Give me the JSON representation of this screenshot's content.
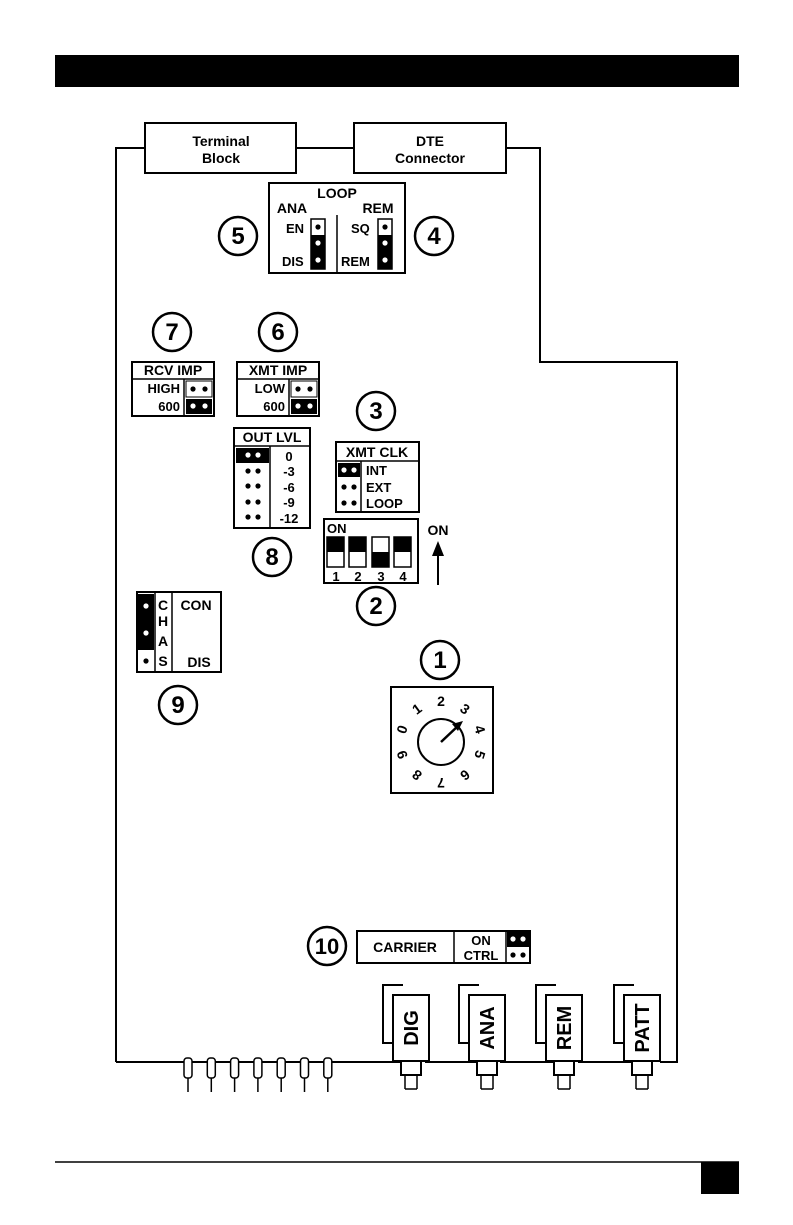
{
  "header": {
    "text": ""
  },
  "top_boxes": {
    "terminal_block": [
      "Terminal",
      "Block"
    ],
    "dte_connector": [
      "DTE",
      "Connector"
    ]
  },
  "callouts": [
    "1",
    "2",
    "3",
    "4",
    "5",
    "6",
    "7",
    "8",
    "9",
    "10"
  ],
  "loop": {
    "title": "LOOP",
    "ana": "ANA",
    "rem": "REM",
    "en": "EN",
    "dis": "DIS",
    "sq": "SQ",
    "rem_pos": "REM"
  },
  "rcv_imp": {
    "title": "RCV IMP",
    "high": "HIGH",
    "low": "600"
  },
  "xmt_imp": {
    "title": "XMT IMP",
    "low": "LOW",
    "v600": "600"
  },
  "out_lvl": {
    "title": "OUT LVL",
    "levels": [
      "0",
      "-3",
      "-6",
      "-9",
      "-12"
    ]
  },
  "xmt_clk": {
    "title": "XMT CLK",
    "options": [
      "INT",
      "EXT",
      "LOOP"
    ]
  },
  "dip_switch": {
    "on_label": "ON",
    "numbers": [
      "1",
      "2",
      "3",
      "4"
    ],
    "arrow_label": "ON",
    "states": [
      "off",
      "off",
      "on",
      "off"
    ]
  },
  "chas": {
    "letters": [
      "C",
      "H",
      "A",
      "S"
    ],
    "con": "CON",
    "dis": "DIS"
  },
  "rotary": {
    "digits": [
      "0",
      "1",
      "2",
      "3",
      "4",
      "5",
      "6",
      "7",
      "8",
      "9"
    ]
  },
  "carrier": {
    "label": "CARRIER",
    "on": "ON",
    "ctrl": "CTRL"
  },
  "buttons": [
    "DIG",
    "ANA",
    "REM",
    "PATT"
  ],
  "page_number_box": ""
}
